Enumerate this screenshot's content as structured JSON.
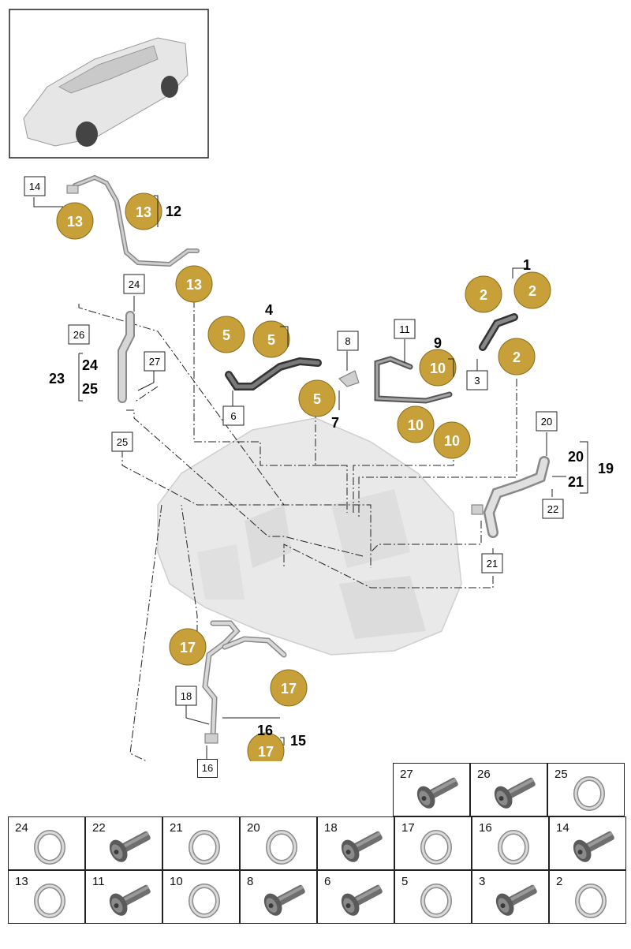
{
  "callouts": {
    "c1": "1",
    "c2": "2",
    "c3": "3",
    "c4": "4",
    "c5": "5",
    "c6": "6",
    "c7": "7",
    "c8": "8",
    "c9": "9",
    "c10": "10",
    "c11": "11",
    "c12": "12",
    "c13": "13",
    "c14": "14",
    "c15": "15",
    "c16": "16",
    "c17": "17",
    "c18": "18",
    "c19": "19",
    "c20": "20",
    "c21": "21",
    "c22": "22",
    "c23": "23",
    "c24": "24",
    "c25": "25",
    "c26": "26",
    "c27": "27"
  },
  "colors": {
    "badge": "#c8a03a",
    "line": "#222222",
    "part_fill": "#d4d4d4"
  },
  "parts_grid": {
    "row1": [
      {
        "num": "27",
        "kind": "bolt"
      },
      {
        "num": "26",
        "kind": "bolt"
      },
      {
        "num": "25",
        "kind": "ring"
      }
    ],
    "row2": [
      {
        "num": "24",
        "kind": "ring"
      },
      {
        "num": "22",
        "kind": "bolt"
      },
      {
        "num": "21",
        "kind": "ring"
      },
      {
        "num": "20",
        "kind": "ring"
      },
      {
        "num": "18",
        "kind": "bolt"
      },
      {
        "num": "17",
        "kind": "ring"
      },
      {
        "num": "16",
        "kind": "ring"
      },
      {
        "num": "14",
        "kind": "bolt"
      }
    ],
    "row3": [
      {
        "num": "13",
        "kind": "ring"
      },
      {
        "num": "11",
        "kind": "bolt"
      },
      {
        "num": "10",
        "kind": "ring"
      },
      {
        "num": "8",
        "kind": "bolt"
      },
      {
        "num": "6",
        "kind": "bolt"
      },
      {
        "num": "5",
        "kind": "ring"
      },
      {
        "num": "3",
        "kind": "bolt"
      },
      {
        "num": "2",
        "kind": "ring"
      }
    ]
  }
}
